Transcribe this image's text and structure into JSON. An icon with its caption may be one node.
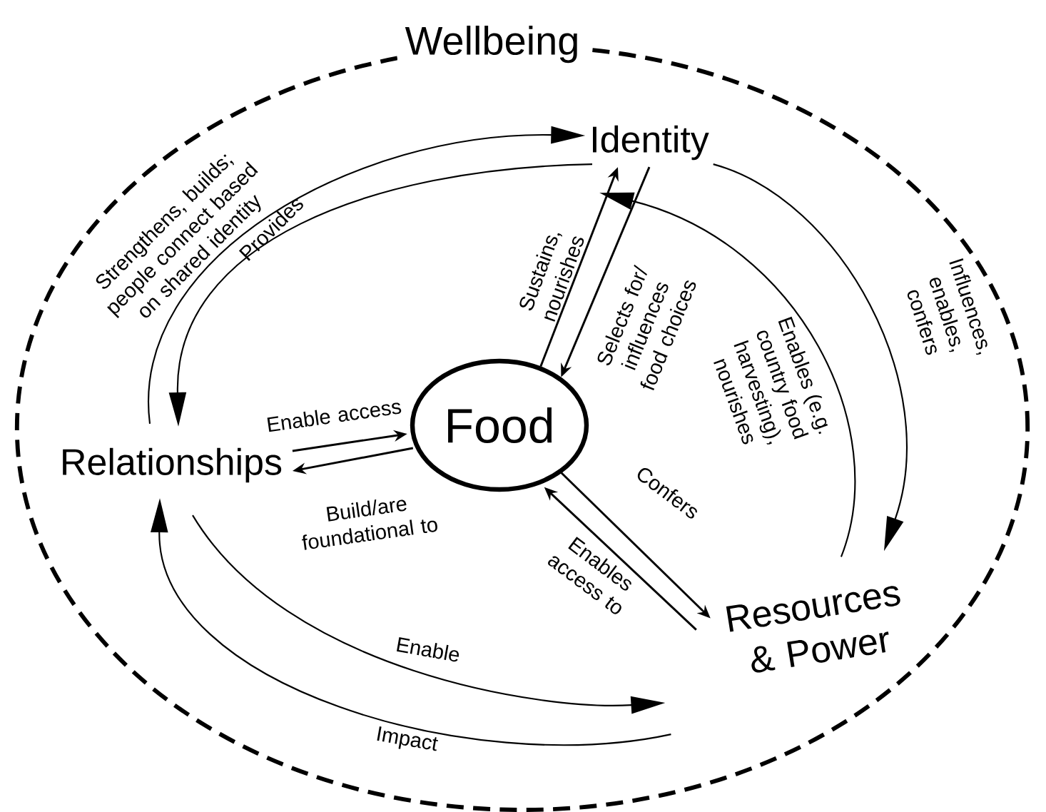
{
  "diagram": {
    "nodes": [
      {
        "text": [
          "Wellbeing"
        ]
      },
      {
        "text": [
          "Identity"
        ],
        "in": 0
      },
      {
        "text": [
          "Food"
        ],
        "in": 0
      },
      {
        "text": [
          "Relationships"
        ],
        "in": 0
      },
      {
        "text": [
          "Resources & Power"
        ],
        "in": 0
      }
    ],
    "edges": [
      {
        "from": 3,
        "to": 1,
        "arrow": "to",
        "label": "Strengthens, builds; people connect based on shared identity"
      },
      {
        "from": 1,
        "to": 3,
        "arrow": "to",
        "label": "Provides"
      },
      {
        "from": 1,
        "to": 4,
        "arrow": "to",
        "label": "Influences, enables, confers"
      },
      {
        "from": 4,
        "to": 1,
        "arrow": "to",
        "label": "Enables (e.g. country food harvesting), nourishes"
      },
      {
        "from": 3,
        "to": 2,
        "arrow": "to",
        "label": "Enable access"
      },
      {
        "from": 2,
        "to": 3,
        "arrow": "to",
        "label": "Build/are foundational to"
      },
      {
        "from": 2,
        "to": 1,
        "arrow": "to",
        "label": "Sustains, nourishes"
      },
      {
        "from": 1,
        "to": 2,
        "arrow": "to",
        "label": "Selects for/ influences food choices"
      },
      {
        "from": 2,
        "to": 4,
        "arrow": "to",
        "label": "Confers"
      },
      {
        "from": 4,
        "to": 2,
        "arrow": "to",
        "label": "Enables access to"
      },
      {
        "from": 3,
        "to": 4,
        "arrow": "to",
        "label": "Enable"
      },
      {
        "from": 4,
        "to": 3,
        "arrow": "to",
        "label": "Impact"
      }
    ]
  }
}
